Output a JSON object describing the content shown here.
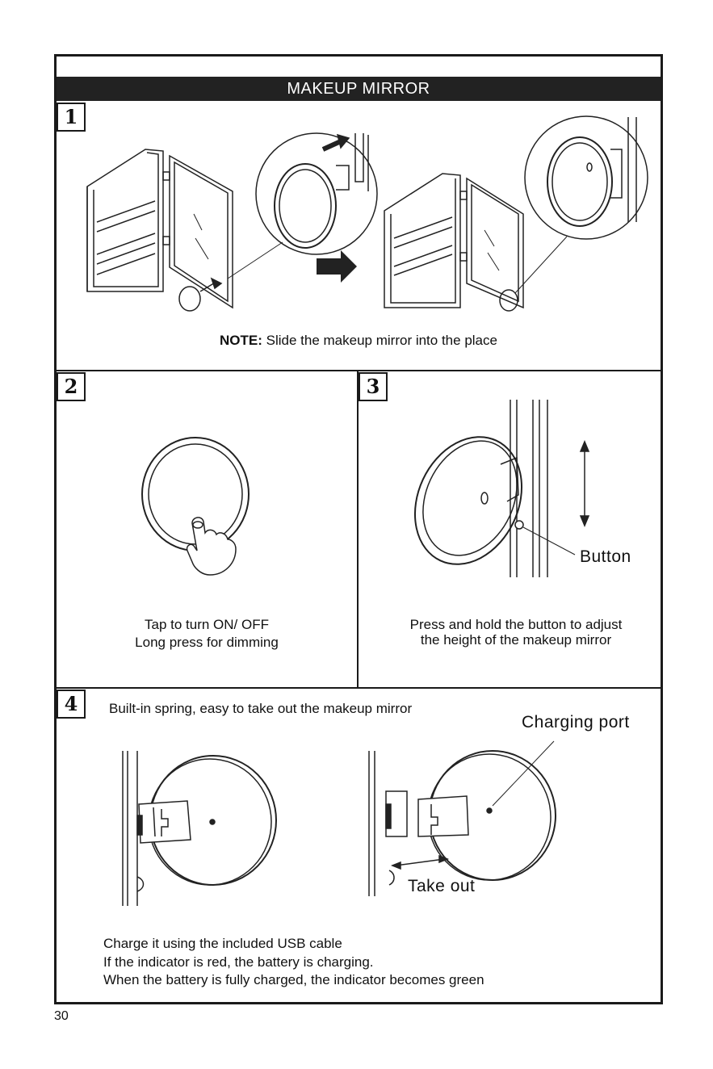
{
  "title": "MAKEUP MIRROR",
  "page_number": "30",
  "step1": {
    "number": "1",
    "note_label": "NOTE:",
    "note_text": " Slide the makeup mirror into the place"
  },
  "step2": {
    "number": "2",
    "line1": "Tap to turn ON/ OFF",
    "line2": "Long press for dimming"
  },
  "step3": {
    "number": "3",
    "callout": "Button",
    "line1": "Press and hold the button to adjust",
    "line2": "the height of the makeup mirror"
  },
  "step4": {
    "number": "4",
    "heading": "Built-in spring, easy to take out the makeup mirror",
    "callout_port": "Charging port",
    "callout_takeout": "Take out",
    "line1": "Charge it using the included USB cable",
    "line2": "If the indicator is red, the battery is charging.",
    "line3": "When the battery is fully charged, the indicator becomes green"
  }
}
